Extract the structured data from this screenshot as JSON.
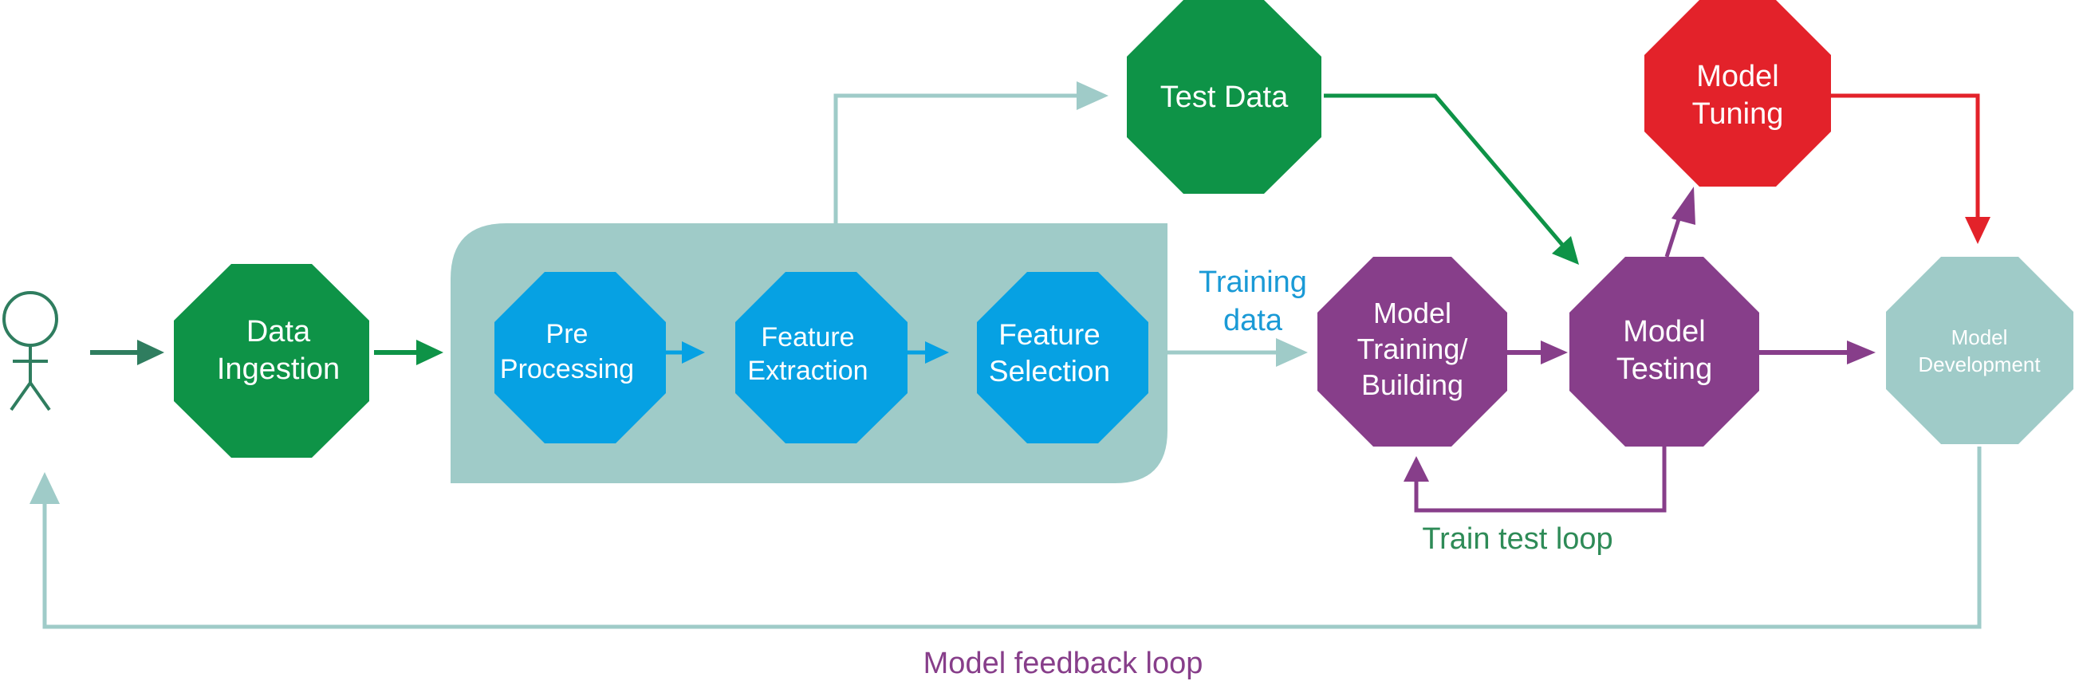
{
  "colors": {
    "green": "#0e9347",
    "dark_green": "#2f7d5f",
    "blue": "#06a1e3",
    "teal": "#9fcbc8",
    "purple": "#873e8a",
    "red": "#e3222a",
    "label_green": "#2e8b57",
    "label_blue": "#1a9ad6"
  },
  "nodes": {
    "data_ingestion": {
      "line1": "Data",
      "line2": "Ingestion"
    },
    "pre_processing": {
      "line1": "Pre",
      "line2": "Processing"
    },
    "feature_extraction": {
      "line1": "Feature",
      "line2": "Extraction"
    },
    "feature_selection": {
      "line1": "Feature",
      "line2": "Selection"
    },
    "test_data": {
      "line1": "Test Data"
    },
    "model_training": {
      "line1": "Model",
      "line2": "Training/",
      "line3": "Building"
    },
    "model_testing": {
      "line1": "Model",
      "line2": "Testing"
    },
    "model_tuning": {
      "line1": "Model",
      "line2": "Tuning"
    },
    "model_development": {
      "line1": "Model",
      "line2": "Development"
    }
  },
  "labels": {
    "training_data_line1": "Training",
    "training_data_line2": "data",
    "train_test_loop": "Train test loop",
    "model_feedback_loop": "Model feedback loop"
  },
  "icons": {
    "user": "person-icon"
  }
}
